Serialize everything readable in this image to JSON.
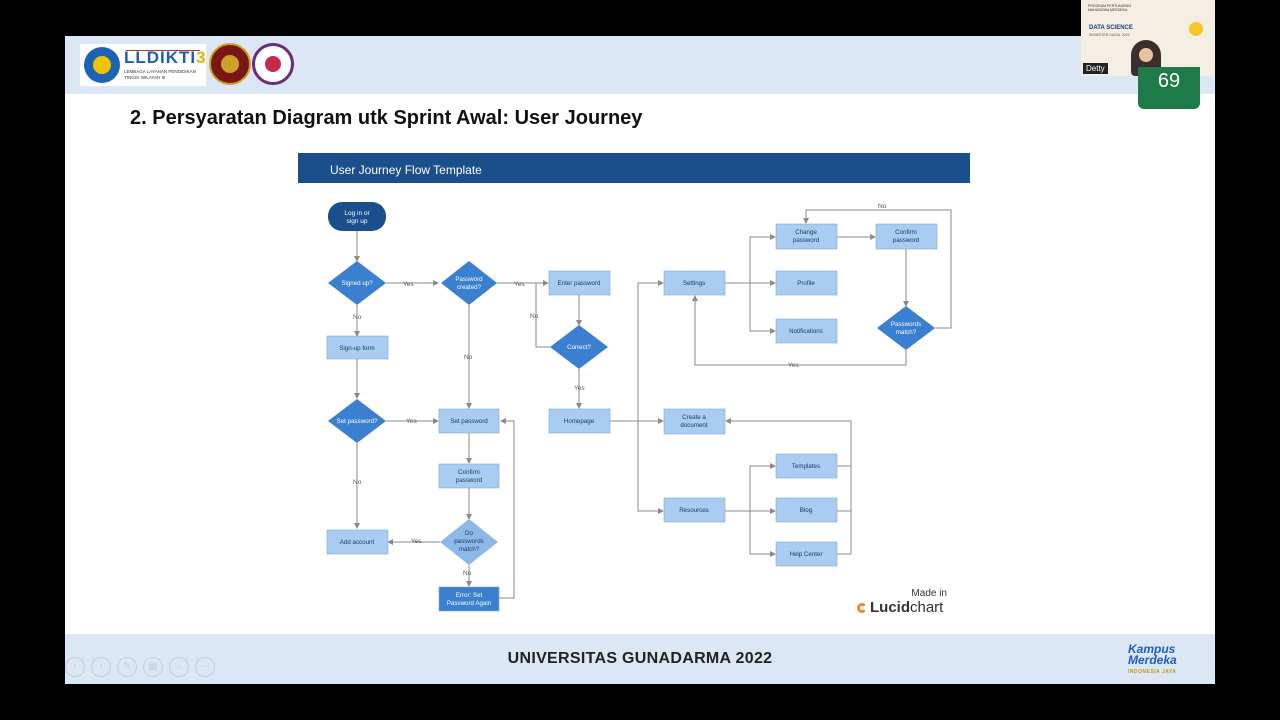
{
  "slide": {
    "title": "2. Persyaratan Diagram utk Sprint Awal: User Journey",
    "footer": "UNIVERSITAS GUNADARMA 2022",
    "header_logo": {
      "name": "LLDIKTI",
      "num": "3",
      "sub": "LEMBAGA LAYANAN PENDIDIKAN TINGGI WILAYAH III"
    },
    "kampus_merdeka": {
      "line1": "Kampus",
      "line2": "Merdeka",
      "sub": "INDONESIA JAYA"
    }
  },
  "video_overlay": {
    "participant_name": "Detty",
    "banner_header": "PROGRAM PERTUKARAN MAHASISWA MERDEKA",
    "banner_title": "DATA SCIENCE",
    "banner_subtitle": "SEMESTER GASAL 2022",
    "counter": "69"
  },
  "diagram": {
    "header": "User Journey Flow Template",
    "made_in": "Made in",
    "brand_bold": "Lucid",
    "brand_light": "chart",
    "nodes": {
      "login": "Log in or\nsign up",
      "signed_up": "Signed up?",
      "password_created": "Password\ncreated?",
      "enter_password": "Enter password",
      "correct": "Correct?",
      "homepage": "Homepage",
      "signup_form": "Sign-up form",
      "set_password_q": "Set password?",
      "set_password": "Set password",
      "confirm_password": "Confirm\npassword",
      "passwords_match_1": "Do\npasswords\nmatch?",
      "add_account": "Add account",
      "error_set_again": "Error: Set\nPassword Again",
      "settings": "Settings",
      "change_password": "Change\npassword",
      "confirm_password_2": "Confirm\npassword",
      "profile": "Profile",
      "notifications": "Notifications",
      "passwords_match_2": "Passwords\nmatch?",
      "create_document": "Create a\ndocument",
      "resources": "Resources",
      "templates": "Templates",
      "blog": "Blog",
      "help_center": "Help Center"
    },
    "edge_labels": {
      "yes": "Yes",
      "no": "No"
    }
  },
  "colors": {
    "diagram_header": "#1b4f8c",
    "process_box": "#a9ccf0",
    "decision": "#3a7fd0",
    "terminal": "#1b4f8c",
    "slide_band": "#dbe7f5",
    "badge": "#1e7a46"
  }
}
